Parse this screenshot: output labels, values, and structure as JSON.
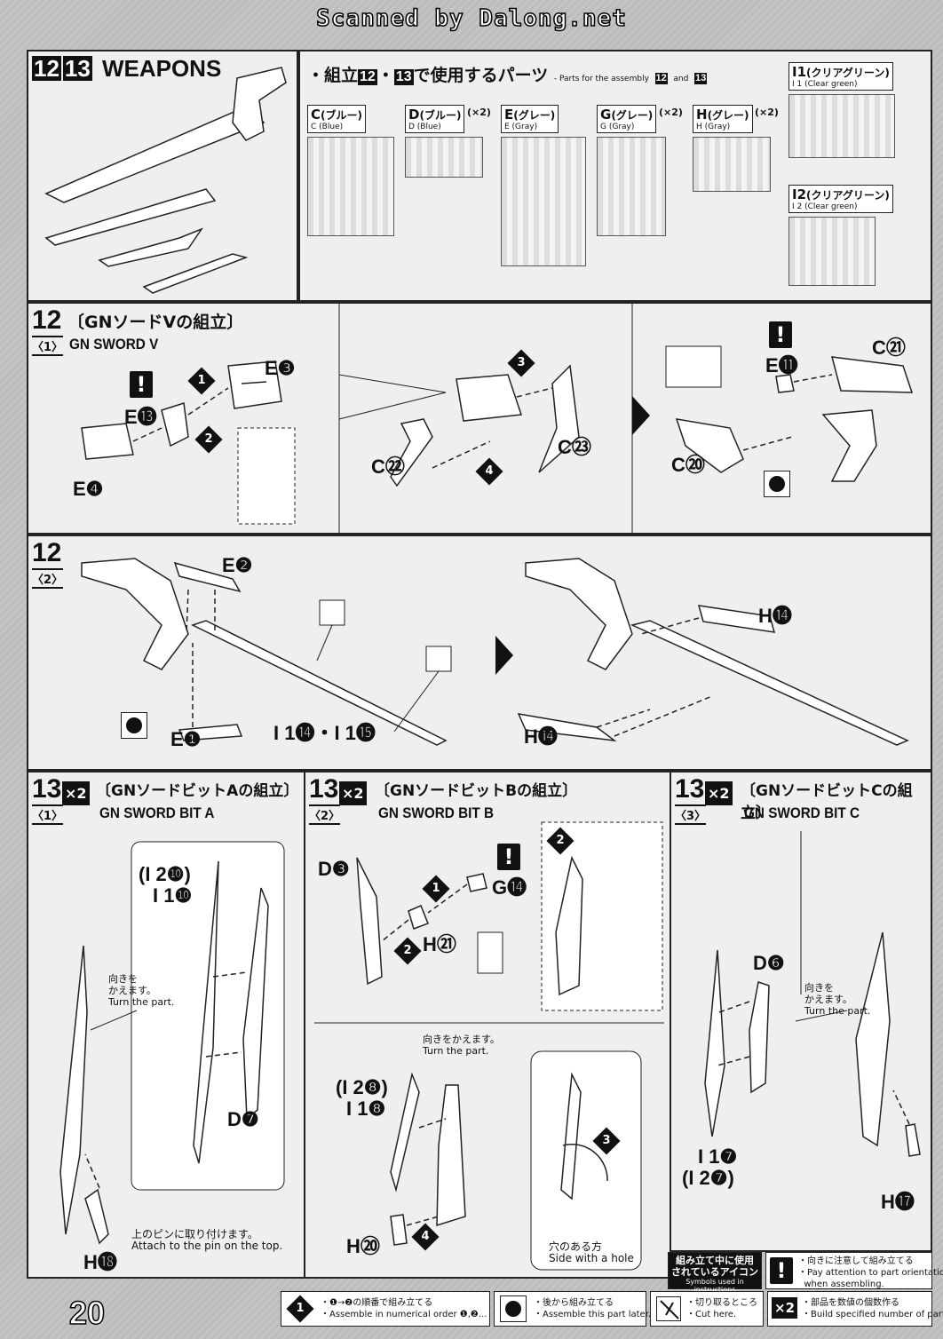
{
  "header": {
    "scanned_text": "Scanned by Dalong.net"
  },
  "weapons": {
    "num_a": "12",
    "num_b": "13",
    "title": "WEAPONS",
    "parts_jp_prefix": "・組立",
    "parts_jp_mid": "・",
    "parts_jp_suffix": "で使用するパーツ",
    "parts_en": "- Parts for the assembly",
    "parts_en_and": "and",
    "runners": [
      {
        "code": "C",
        "jp": "(ブルー)",
        "en": "C (Blue)",
        "count": ""
      },
      {
        "code": "D",
        "jp": "(ブルー)",
        "en": "D (Blue)",
        "count": "(×2)"
      },
      {
        "code": "E",
        "jp": "(グレー)",
        "en": "E (Gray)",
        "count": ""
      },
      {
        "code": "G",
        "jp": "(グレー)",
        "en": "G (Gray)",
        "count": "(×2)"
      },
      {
        "code": "H",
        "jp": "(グレー)",
        "en": "H (Gray)",
        "count": "(×2)"
      },
      {
        "code": "I1",
        "jp": "(クリアグリーン)",
        "en": "I 1 (Clear green)",
        "count": ""
      },
      {
        "code": "I2",
        "jp": "(クリアグリーン)",
        "en": "I 2 (Clear green)",
        "count": ""
      }
    ]
  },
  "sec12_1": {
    "num": "12",
    "sub": "〈1〉",
    "jp": "〔GNソードVの組立〕",
    "en": "GN SWORD V",
    "labels": {
      "e13": "E⓭",
      "e3": "E❸",
      "e4": "E❹",
      "c22": "C㉒",
      "c23": "C㉓",
      "c20": "C⑳",
      "c21": "C㉑",
      "e11": "E⓫"
    },
    "steps": {
      "s1": "1",
      "s2": "2",
      "s3": "3",
      "s4": "4"
    }
  },
  "sec12_2": {
    "num": "12",
    "sub": "〈2〉",
    "labels": {
      "e2": "E❷",
      "e1": "E❶",
      "i1": "I 1⓮・I 1⓯",
      "h14a": "H⓮",
      "h14b": "H⓮"
    }
  },
  "sec13_1": {
    "num": "13",
    "sub": "〈1〉",
    "mult": "×2",
    "jp": "〔GNソードビットAの組立〕",
    "en": "GN SWORD BIT A",
    "labels": {
      "i2": "(I 2❿)",
      "i1": "I 1❿",
      "d7": "D❼",
      "h18": "H⓲"
    },
    "note_turn_jp": "向きを\nかえます。",
    "note_turn_en": "Turn the part.",
    "note_pin_jp": "上のピンに取り付けます。",
    "note_pin_en": "Attach to the pin on the top."
  },
  "sec13_2": {
    "num": "13",
    "sub": "〈2〉",
    "mult": "×2",
    "jp": "〔GNソードビットBの組立〕",
    "en": "GN SWORD BIT B",
    "labels": {
      "d3": "D❸",
      "g14": "G⓮",
      "h21": "H㉑",
      "i2": "(I 2❽)",
      "i1": "I 1❽",
      "h20": "H⑳"
    },
    "note_turn_jp": "向きをかえます。",
    "note_turn_en": "Turn the part.",
    "note_hole_jp": "穴のある方",
    "note_hole_en": "Side with a hole"
  },
  "sec13_3": {
    "num": "13",
    "sub": "〈3〉",
    "mult": "×2",
    "jp": "〔GNソードビットCの組立〕",
    "en": "GN SWORD BIT C",
    "labels": {
      "d6": "D❻",
      "i1": "I 1❼",
      "i2": "(I 2❼)",
      "h17": "H⓱"
    },
    "note_turn_jp": "向きを\nかえます。",
    "note_turn_en": "Turn the part."
  },
  "legend": {
    "box_jp": "組み立て中に使用\nされているアイコン",
    "box_en": "Symbols used in instructions",
    "orient_jp": "・向きに注意して組み立てる",
    "orient_en": "・Pay attention to part orientation\n  when assembling.",
    "order_jp": "・❶→❷の順番で組み立てる",
    "order_en": "・Assemble in numerical order ❶,❷...",
    "later_jp": "・後から組み立てる",
    "later_en": "・Assemble this part later.",
    "cut_jp": "・切り取るところ",
    "cut_en": "・Cut here.",
    "mult_label": "×2",
    "mult_jp": "・部品を数値の個数作る",
    "mult_en": "・Build specified number of parts."
  },
  "page_number": "20"
}
